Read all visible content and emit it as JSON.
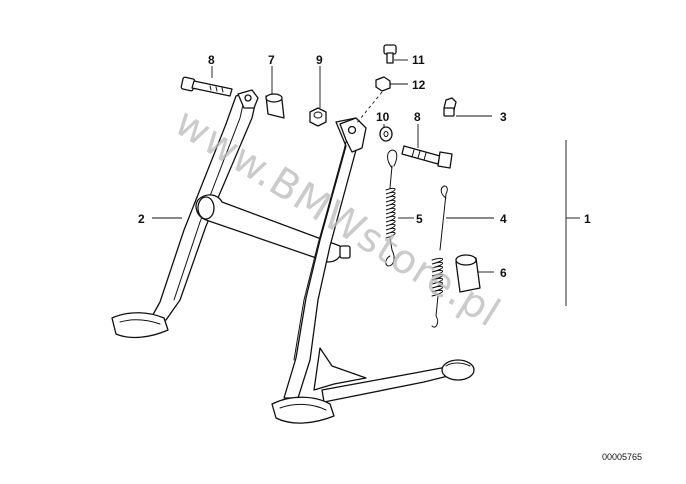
{
  "diagram": {
    "catalog_number": "00005765",
    "watermark": "www.BMWstore.pl",
    "callouts": {
      "c1": "1",
      "c2": "2",
      "c3": "3",
      "c4": "4",
      "c5": "5",
      "c6": "6",
      "c7": "7",
      "c8a": "8",
      "c8b": "8",
      "c9": "9",
      "c10": "10",
      "c11": "11",
      "c12": "12"
    }
  }
}
